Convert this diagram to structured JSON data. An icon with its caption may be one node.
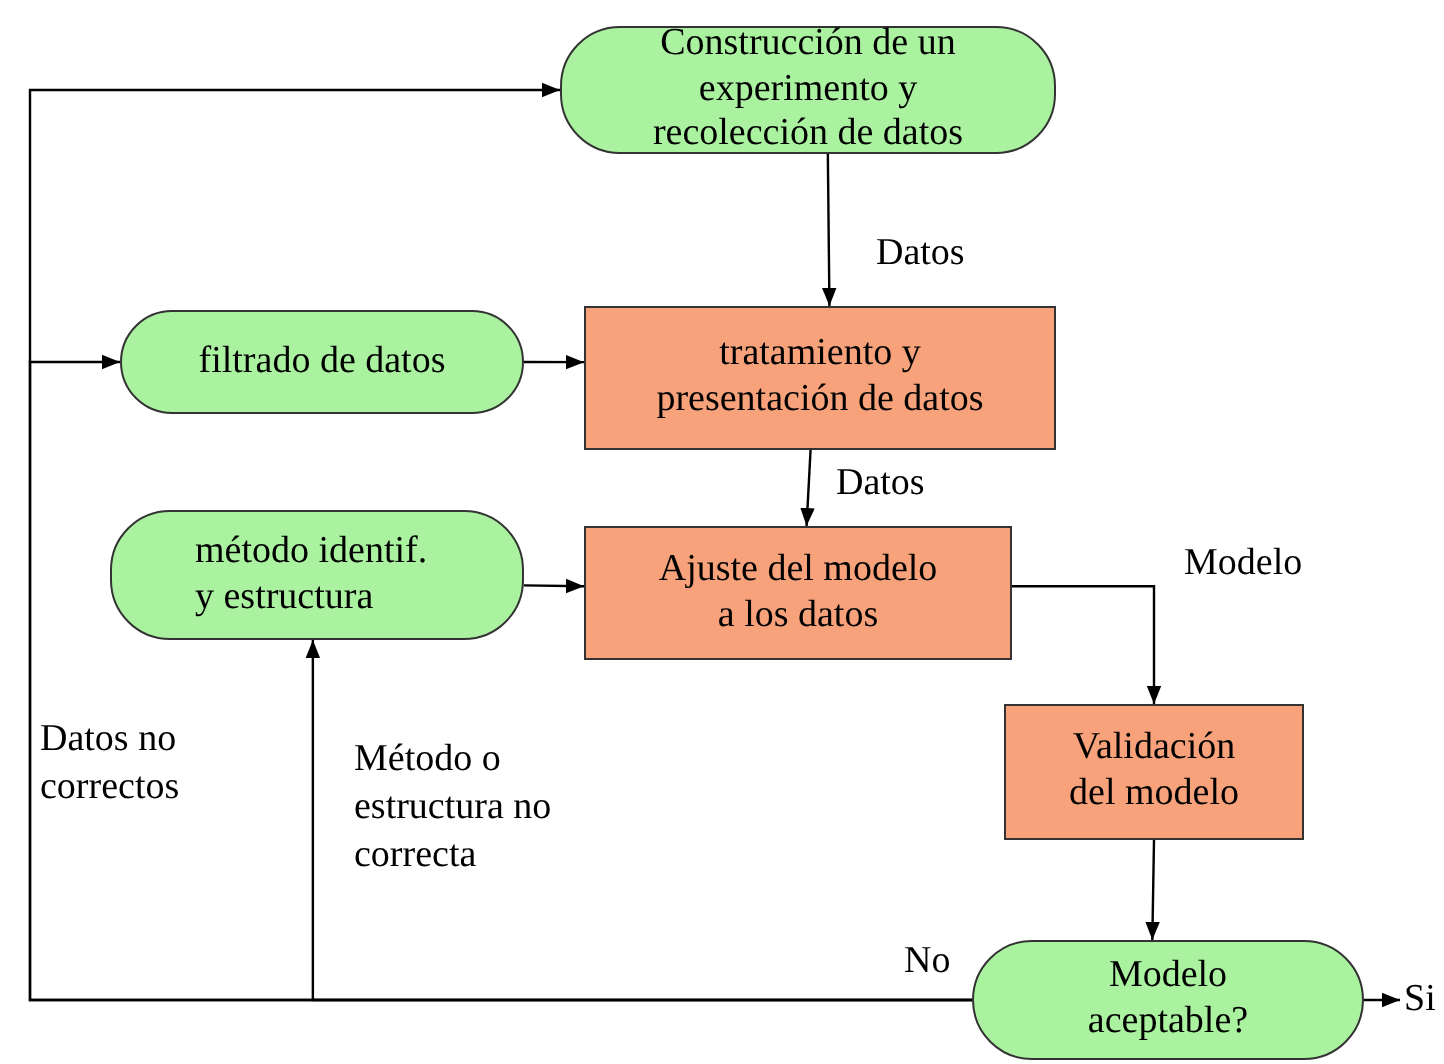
{
  "diagram": {
    "nodes": [
      {
        "text": [
          "Construcción de un experimento y recolección de datos"
        ]
      },
      {
        "text": [
          "filtrado de datos"
        ]
      },
      {
        "text": [
          "tratamiento y presentación de datos"
        ]
      },
      {
        "text": [
          "método identif. y estructura"
        ]
      },
      {
        "text": [
          "Ajuste del modelo a los datos"
        ]
      },
      {
        "text": [
          "Validación del modelo"
        ]
      },
      {
        "text": [
          "Modelo aceptable?"
        ]
      }
    ],
    "edges": [
      {
        "from": 0,
        "to": 2,
        "arrow": "to",
        "label": "Datos"
      },
      {
        "from": 1,
        "to": 2,
        "arrow": "to"
      },
      {
        "from": 2,
        "to": 4,
        "arrow": "to",
        "label": "Datos"
      },
      {
        "from": 3,
        "to": 4,
        "arrow": "to"
      },
      {
        "from": 4,
        "to": 5,
        "arrow": "to",
        "label": "Modelo"
      },
      {
        "from": 5,
        "to": 6,
        "arrow": "to"
      },
      {
        "from": 6,
        "to": null,
        "arrow": "to",
        "label": "Si"
      },
      {
        "from": 6,
        "to": 0,
        "arrow": "to",
        "label": "Datos no correctos"
      },
      {
        "from": 6,
        "to": 1,
        "arrow": "to"
      },
      {
        "from": 6,
        "to": 3,
        "arrow": "to",
        "label": "Método o estructura no correcta"
      }
    ],
    "labels": [
      "No"
    ]
  }
}
